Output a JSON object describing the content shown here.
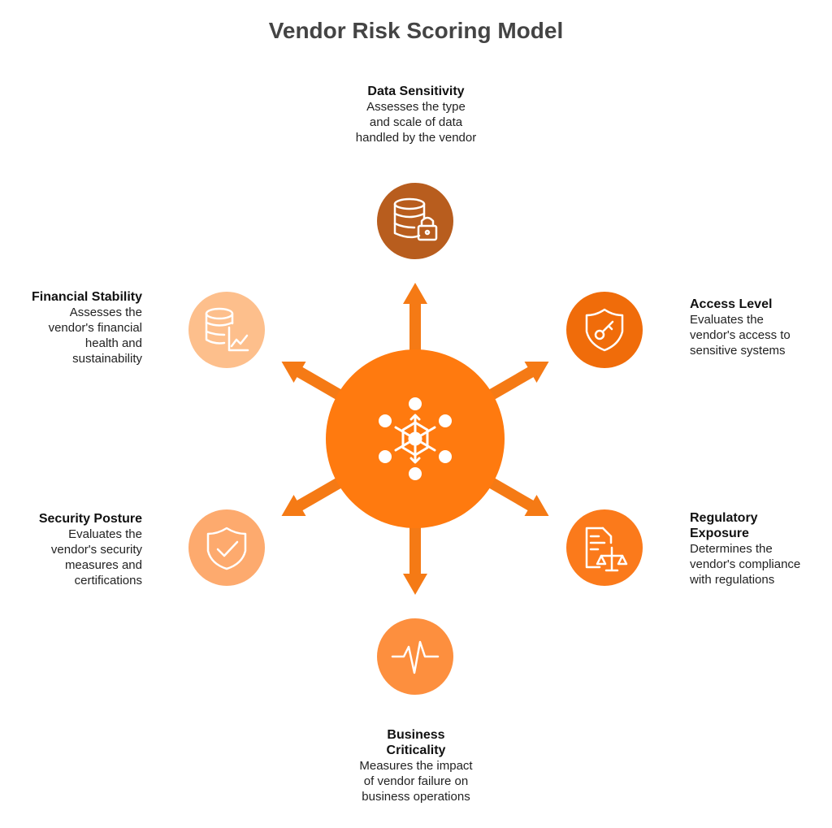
{
  "title": "Vendor Risk Scoring Model",
  "colors": {
    "hub": "#ff7a0f",
    "arrow": "#f57a15",
    "data_sensitivity": "#b85d1e",
    "access_level": "#f06c0a",
    "regulatory_exposure": "#fb7a1b",
    "business_criticality": "#fd8f3e",
    "security_posture": "#fdaa6e",
    "financial_stability": "#fdbf8c"
  },
  "nodes": {
    "data_sensitivity": {
      "icon": "database-lock-icon",
      "heading": "Data Sensitivity",
      "description": "Assesses the type and scale of data handled by the vendor",
      "lines": [
        "Assesses the type",
        "and scale of data",
        "handled by the vendor"
      ]
    },
    "access_level": {
      "icon": "shield-key-icon",
      "heading": "Access Level",
      "lines": [
        "Evaluates the",
        "vendor's access to",
        "sensitive systems"
      ]
    },
    "regulatory_exposure": {
      "icon": "document-scales-icon",
      "heading_lines": [
        "Regulatory",
        "Exposure"
      ],
      "lines": [
        "Determines the",
        "vendor's compliance",
        "with regulations"
      ]
    },
    "business_criticality": {
      "icon": "pulse-icon",
      "heading_lines": [
        "Business",
        "Criticality"
      ],
      "lines": [
        "Measures the impact",
        "of vendor failure on",
        "business operations"
      ]
    },
    "security_posture": {
      "icon": "shield-check-icon",
      "heading": "Security Posture",
      "lines": [
        "Evaluates the",
        "vendor's security",
        "measures and",
        "certifications"
      ]
    },
    "financial_stability": {
      "icon": "database-chart-icon",
      "heading": "Financial Stability",
      "lines": [
        "Assesses the",
        "vendor's financial",
        "health and",
        "sustainability"
      ]
    }
  },
  "hub": {
    "icon": "network-hub-icon"
  }
}
